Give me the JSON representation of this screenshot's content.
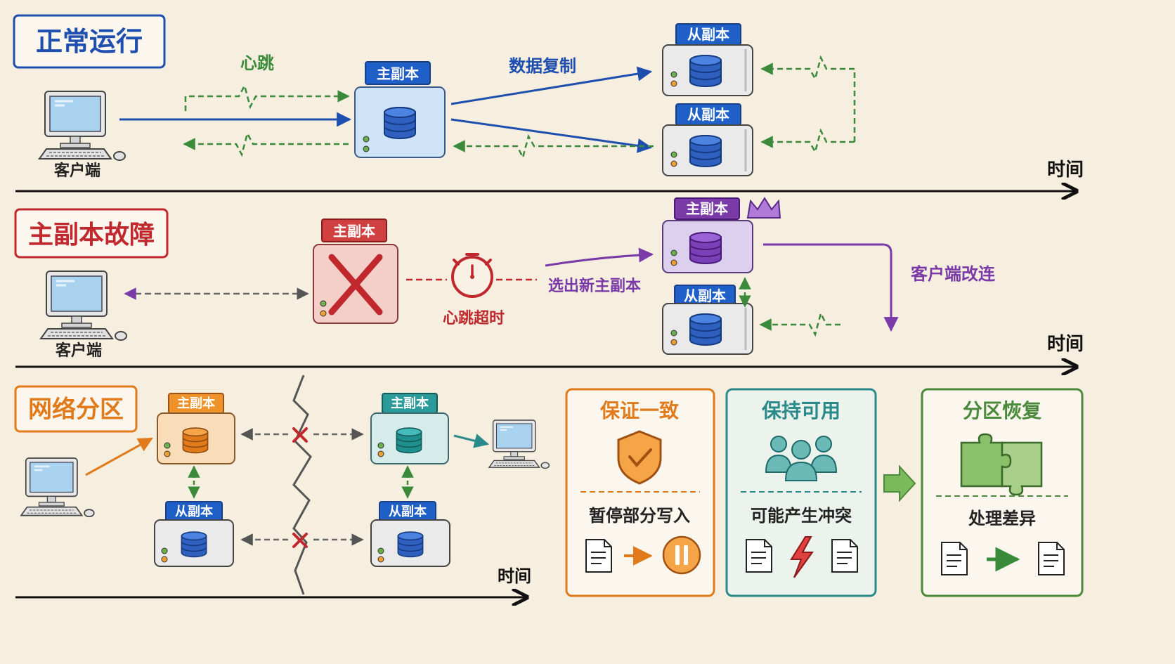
{
  "sections": {
    "normal": {
      "title": "正常运行"
    },
    "failure": {
      "title": "主副本故障"
    },
    "partition": {
      "title": "网络分区"
    }
  },
  "labels": {
    "client": "客户端",
    "heartbeat": "心跳",
    "data_replication": "数据复制",
    "primary": "主副本",
    "secondary": "从副本",
    "time": "时间",
    "heartbeat_timeout": "心跳超时",
    "elect_new_primary": "选出新主副本",
    "client_reconnect": "客户端改连"
  },
  "outcomes": [
    {
      "title": "保证一致",
      "caption": "暂停部分写入",
      "icon": "shield-check-icon",
      "color": "#e07a1a"
    },
    {
      "title": "保持可用",
      "caption": "可能产生冲突",
      "icon": "people-icon",
      "color": "#2a8a8a"
    },
    {
      "title": "分区恢复",
      "caption": "处理差异",
      "icon": "puzzle-icon",
      "color": "#4a8a3a"
    }
  ],
  "colors": {
    "blue": "#1f4fae",
    "red": "#c0282e",
    "orange": "#e07a1a",
    "teal": "#2a8a8a",
    "green": "#3a8a3a",
    "purple": "#7a3aa8",
    "background": "#f6efe0"
  }
}
